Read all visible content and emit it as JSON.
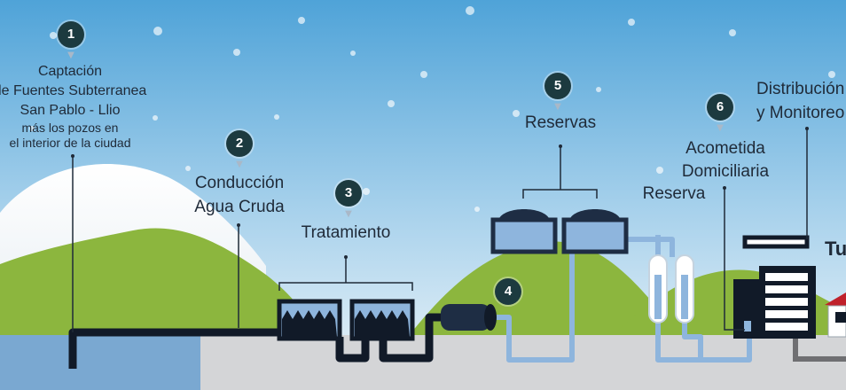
{
  "colors": {
    "sky_top": "#4fa3d8",
    "sky_bottom": "#e8f2f8",
    "hill": "#8cb63e",
    "snow": "#ffffff",
    "ground": "#d4d5d7",
    "water": "#7aa8d1",
    "pipe_dark": "#111a28",
    "pipe_light": "#8eb5dd",
    "badge": "#1c3a3f",
    "text": "#1f2a38",
    "house_roof": "#c0212b"
  },
  "steps": [
    {
      "number": "1",
      "lines": [
        "Captación",
        "de Fuentes Subterranea",
        "San Pablo - Llio",
        "más los pozos en",
        "el interior de la ciudad"
      ]
    },
    {
      "number": "2",
      "lines": [
        "Conducción",
        "Agua Cruda"
      ]
    },
    {
      "number": "3",
      "lines": [
        "Tratamiento"
      ]
    },
    {
      "number": "4",
      "lines": []
    },
    {
      "number": "5",
      "lines": [
        "Reservas"
      ]
    },
    {
      "number": "6",
      "lines": [
        "Acometida",
        "Domiciliaria"
      ]
    }
  ],
  "extra_labels": {
    "reserva": "Reserva",
    "distribucion_1": "Distribución",
    "distribucion_2": "y Monitoreo",
    "cut_title": "Tu"
  },
  "icons": {
    "step_arrow": "down-arrow-icon",
    "house": "house-icon",
    "building": "building-icon"
  }
}
